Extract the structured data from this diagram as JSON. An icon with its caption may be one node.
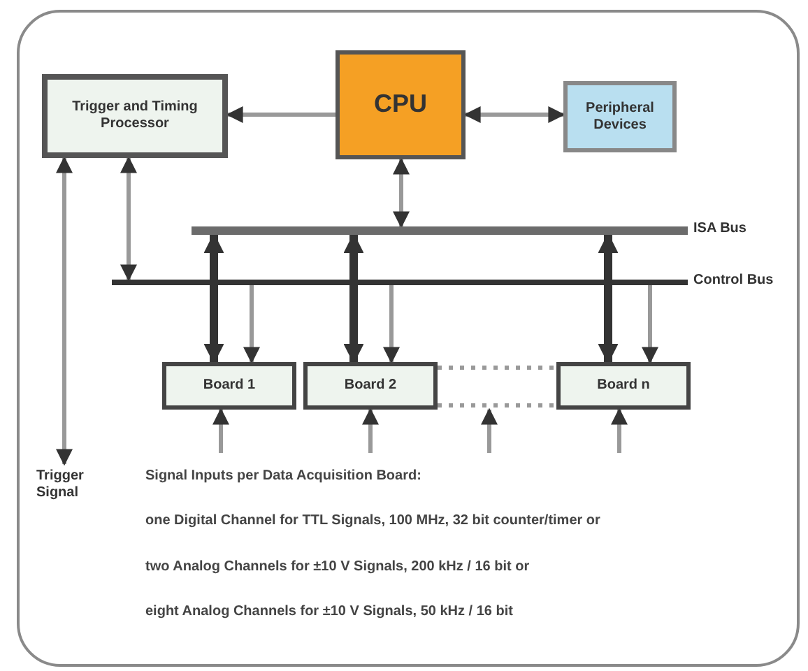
{
  "diagram": {
    "nodes": [
      {
        "text": [
          "Trigger and Timing Processor"
        ]
      },
      {
        "text": [
          "CPU"
        ]
      },
      {
        "text": [
          "Peripheral Devices"
        ]
      },
      {
        "text": [],
        "shape": "bar",
        "beside": [
          "ISA Bus"
        ]
      },
      {
        "text": [],
        "shape": "bar",
        "beside": [
          "Control Bus"
        ]
      },
      {
        "text": [
          "Board 1"
        ]
      },
      {
        "text": [
          "Board 2"
        ]
      },
      {
        "text": [
          "Board n"
        ]
      },
      {
        "text": [
          "Trigger Signal"
        ]
      }
    ],
    "edges": [
      {
        "from": 1,
        "to": 0,
        "arrow": "to"
      },
      {
        "from": 1,
        "to": 2,
        "arrow": "both"
      },
      {
        "from": 1,
        "to": 3,
        "arrow": "both"
      },
      {
        "from": 0,
        "to": 4,
        "arrow": "both"
      },
      {
        "from": 0,
        "to": 8,
        "arrow": "both"
      },
      {
        "from": 3,
        "to": 5,
        "arrow": "both",
        "style": "thick",
        "color": "#333333"
      },
      {
        "from": 4,
        "to": 5,
        "arrow": "to"
      },
      {
        "from": 3,
        "to": 6,
        "arrow": "both",
        "style": "thick",
        "color": "#333333"
      },
      {
        "from": 4,
        "to": 6,
        "arrow": "to"
      },
      {
        "from": 3,
        "to": 7,
        "arrow": "both",
        "style": "thick",
        "color": "#333333"
      },
      {
        "from": 4,
        "to": 7,
        "arrow": "to"
      },
      {
        "from": 6,
        "to": 7,
        "arrow": "none",
        "style": "dashed"
      },
      {
        "from": 6,
        "to": 7,
        "arrow": "none",
        "style": "dashed"
      },
      {
        "from": null,
        "to": 5,
        "arrow": "to"
      },
      {
        "from": null,
        "to": 6,
        "arrow": "to"
      },
      {
        "from": null,
        "to": 7,
        "arrow": "to"
      }
    ],
    "labels": [
      "Signal Inputs per Data Acquisition Board:",
      "one Digital Channel for TTL Signals, 100 MHz, 32 bit counter/timer or",
      "two Analog Channels for ±10 V Signals, 200 kHz / 16 bit or",
      "eight Analog Channels for ±10 V Signals, 50 kHz / 16 bit"
    ]
  }
}
